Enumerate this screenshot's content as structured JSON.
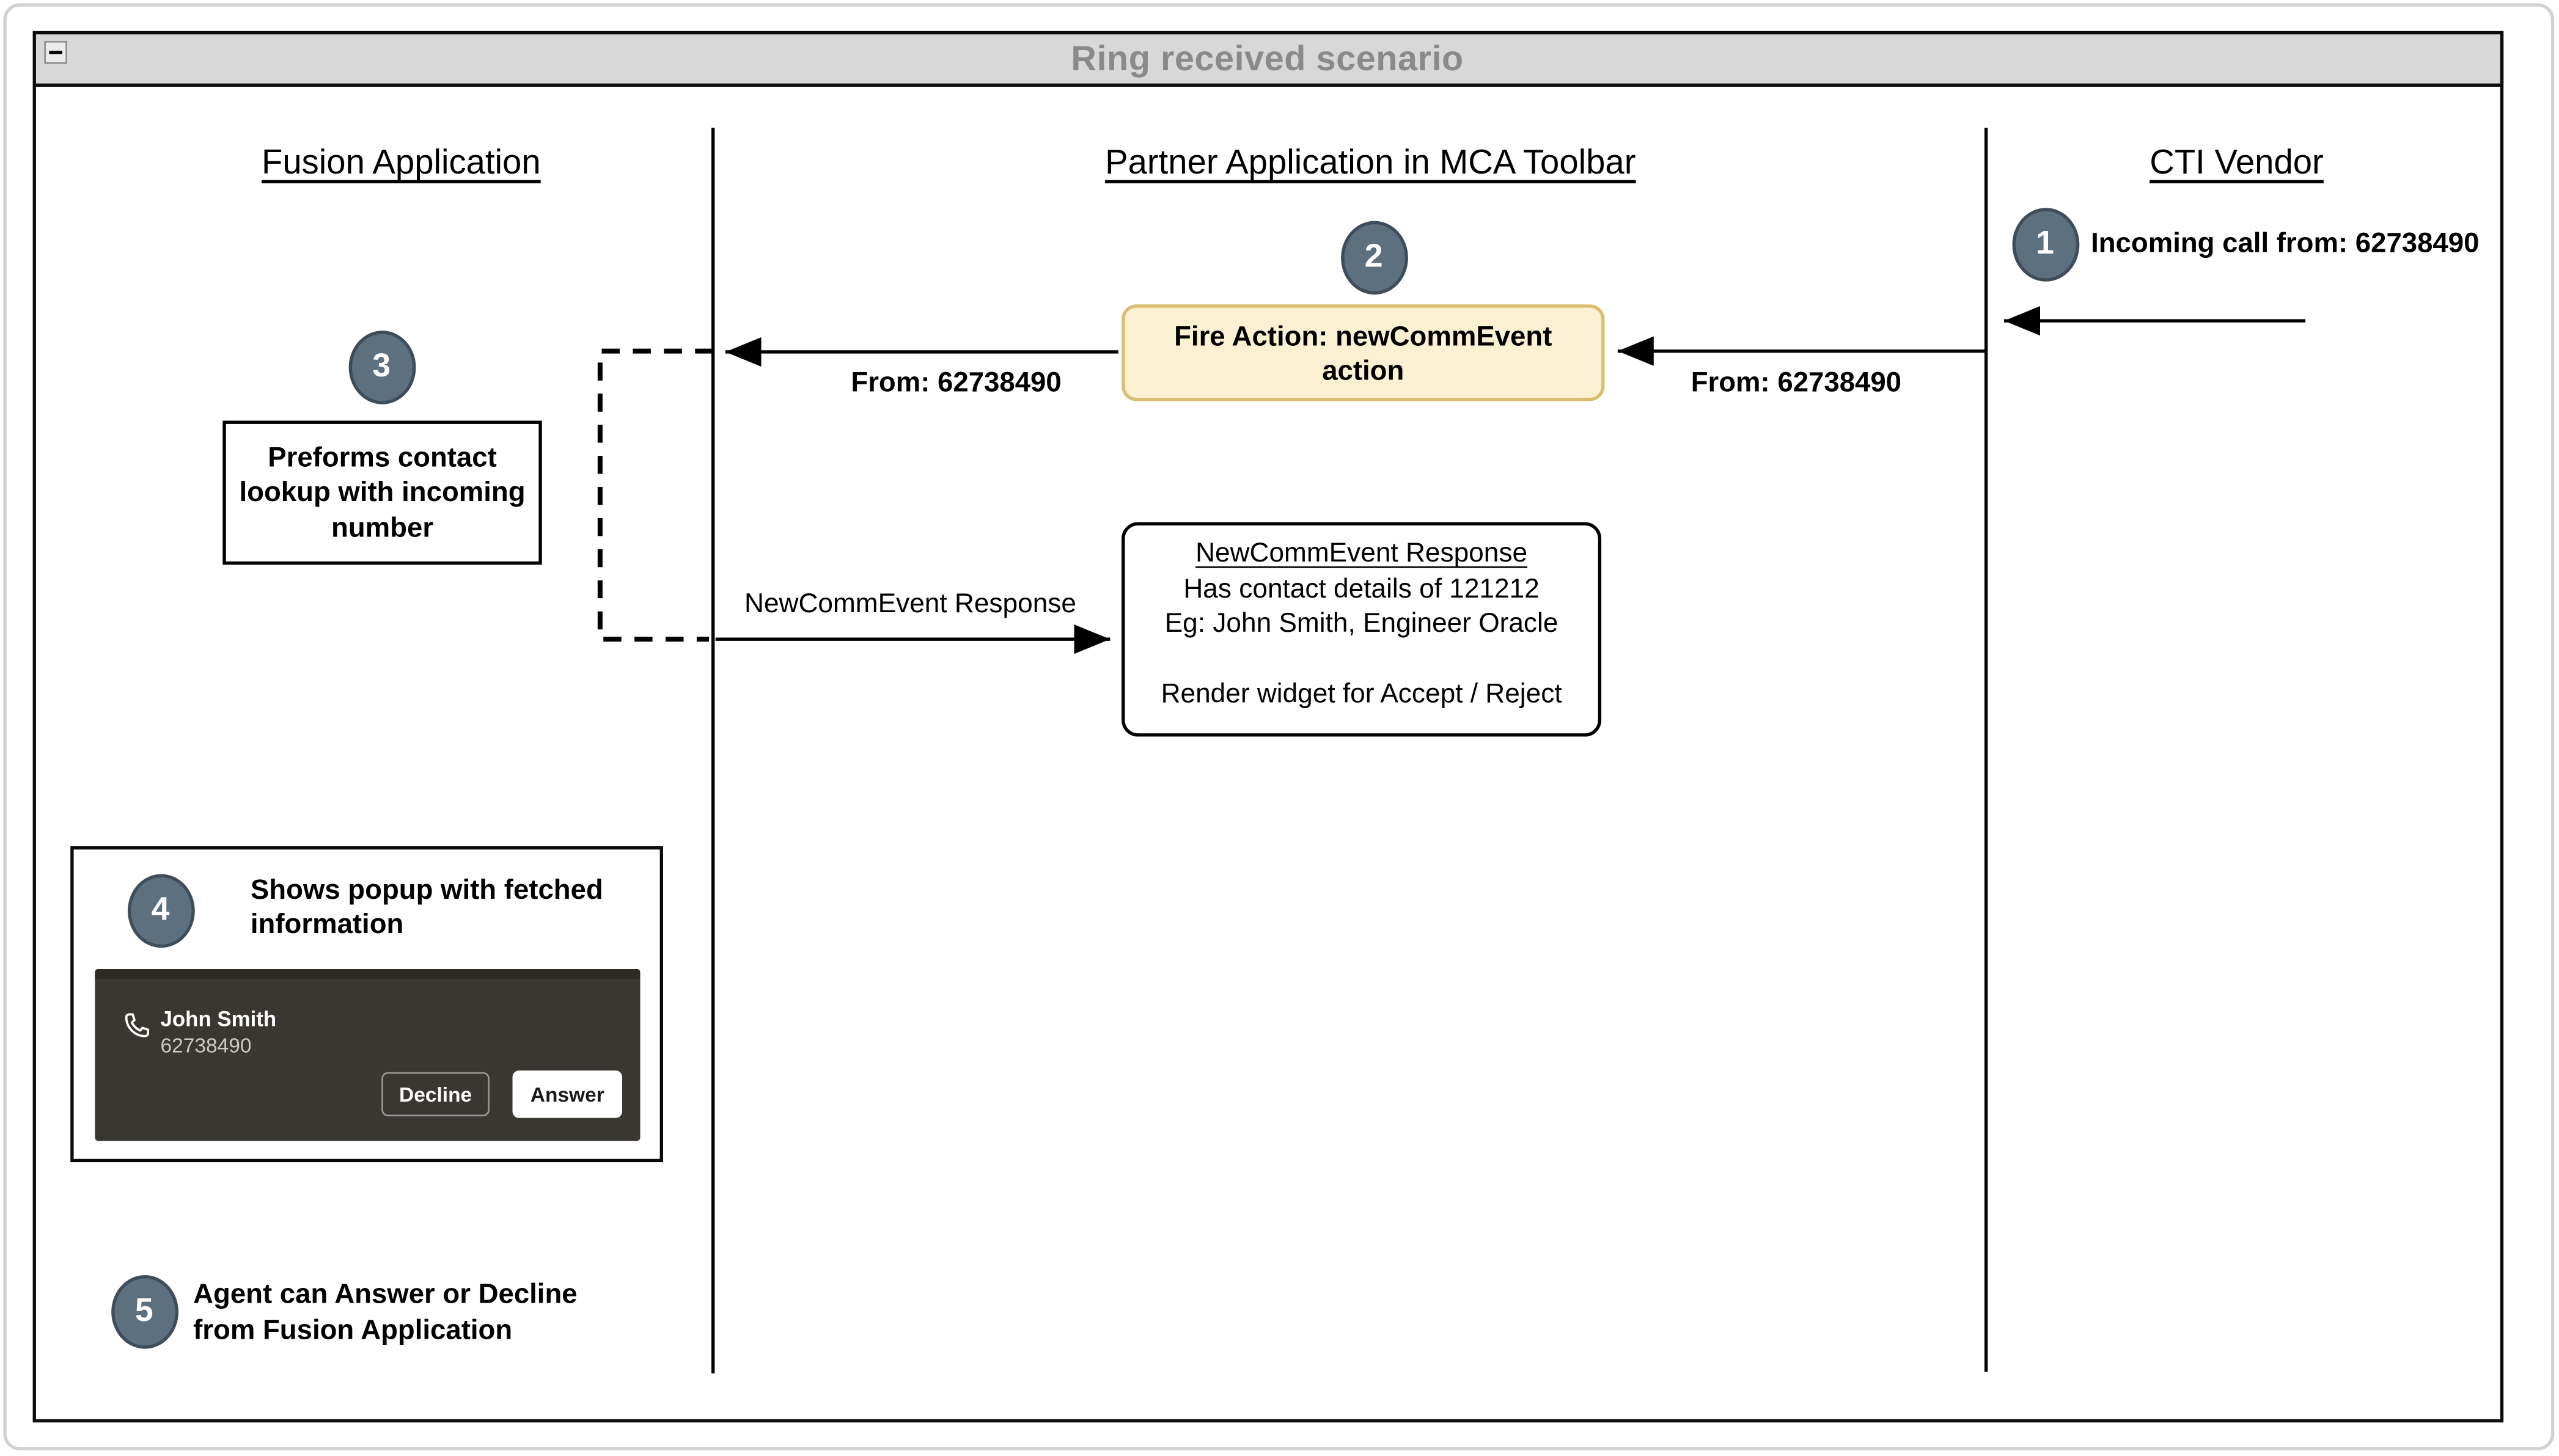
{
  "frame": {
    "title": "Ring received scenario",
    "collapse_icon": "minus"
  },
  "lanes": [
    {
      "label": "Fusion Application"
    },
    {
      "label": "Partner Application in MCA Toolbar"
    },
    {
      "label": "CTI Vendor"
    }
  ],
  "steps": [
    {
      "num": "1",
      "text": "Incoming call from: 62738490"
    },
    {
      "num": "2"
    },
    {
      "num": "3"
    },
    {
      "num": "4",
      "text": "Shows popup with fetched information"
    },
    {
      "num": "5",
      "text": "Agent can Answer or Decline from Fusion Application"
    }
  ],
  "nodes": {
    "fire_lines": [
      "Fire Action: newCommEvent",
      "action"
    ],
    "lookup_lines": [
      "Preforms contact",
      "lookup with incoming",
      "number"
    ],
    "response_title": "NewCommEvent Response",
    "response_lines": [
      "Has contact details of 121212",
      "Eg: John Smith, Engineer Oracle",
      "Render widget for Accept / Reject"
    ]
  },
  "edges": {
    "from_label_right": "From: 62738490",
    "from_label_left": "From: 62738490",
    "response_label": "NewCommEvent Response"
  },
  "popup": {
    "caller_name": "John Smith",
    "caller_number": "62738490",
    "decline_label": "Decline",
    "answer_label": "Answer",
    "phone_icon": "phone-receiver"
  },
  "colors": {
    "badge_fill": "#5c7080",
    "badge_border": "#3f4d5a",
    "action_fill": "#fbf1d2",
    "action_border": "#d8bd72",
    "titlebar_fill": "#d8d8d8",
    "titlebar_text": "#8a8a8a",
    "popup_bg": "#3a3632",
    "line": "#000000"
  }
}
